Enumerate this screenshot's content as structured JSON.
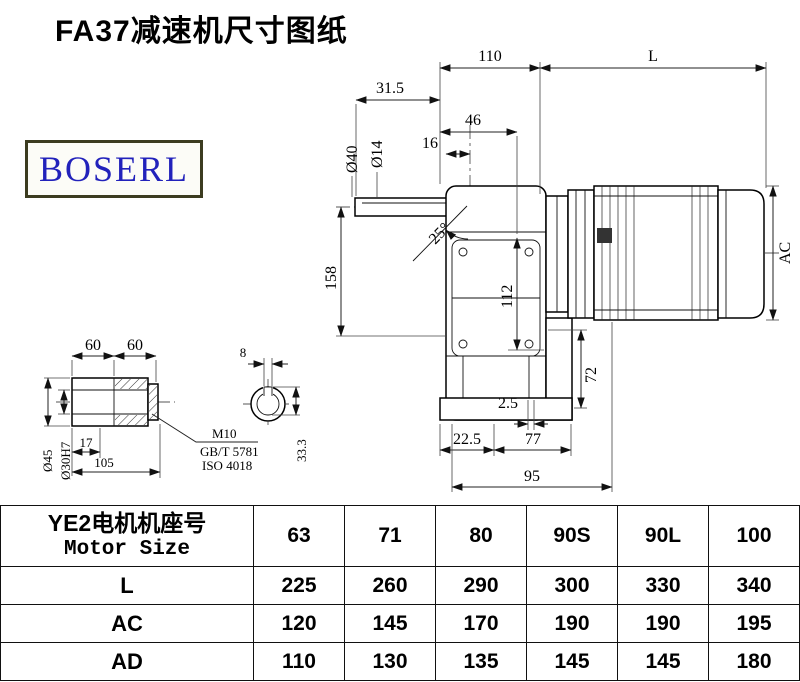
{
  "page": {
    "title": "FA37减速机尺寸图纸",
    "brand": "BOSERL"
  },
  "drawing": {
    "dims": {
      "len110": "110",
      "lenL": "L",
      "len31_5": "31.5",
      "len46": "46",
      "len16": "16",
      "dia40": "Ø40",
      "dia14": "Ø14",
      "ang25": "25°",
      "len158": "158",
      "len112": "112",
      "lenAC": "AC",
      "len72": "72",
      "len2_5": "2.5",
      "len22_5": "22.5",
      "len77": "77",
      "len95": "95"
    },
    "detail": {
      "len60a": "60",
      "len60b": "60",
      "len8": "8",
      "dia45": "Ø45",
      "dia30": "Ø30H7",
      "len17": "17",
      "len105": "105",
      "thread": "M10",
      "std1": "GB/T 5781",
      "std2": "ISO 4018",
      "len33_3": "33.3"
    }
  },
  "table": {
    "header_cn": "YE2电机机座号",
    "header_en": "Motor Size",
    "columns": [
      "63",
      "71",
      "80",
      "90S",
      "90L",
      "100"
    ],
    "rows": [
      {
        "label": "L",
        "values": [
          "225",
          "260",
          "290",
          "300",
          "330",
          "340"
        ]
      },
      {
        "label": "AC",
        "values": [
          "120",
          "145",
          "170",
          "190",
          "190",
          "195"
        ]
      },
      {
        "label": "AD",
        "values": [
          "110",
          "130",
          "135",
          "145",
          "145",
          "180"
        ]
      }
    ]
  }
}
